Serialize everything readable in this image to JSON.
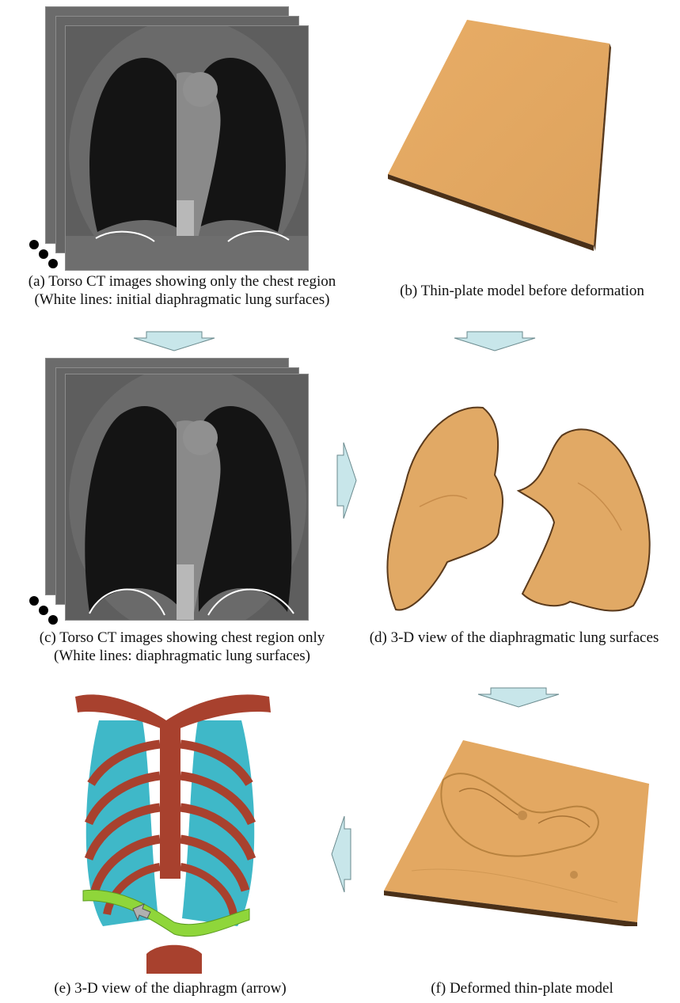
{
  "panels": {
    "a": {
      "caption_line1": "(a) Torso CT images showing only the chest region",
      "caption_line2": "(White lines: initial diaphragmatic lung surfaces)"
    },
    "b": {
      "caption_line1": "(b) Thin-plate model before deformation"
    },
    "c": {
      "caption_line1": "(c) Torso CT images showing chest region only",
      "caption_line2": "(White lines: diaphragmatic lung surfaces)"
    },
    "d": {
      "caption_line1": "(d) 3-D view of the diaphragmatic lung surfaces"
    },
    "e": {
      "caption_line1": "(e) 3-D view of the diaphragm (arrow)"
    },
    "f": {
      "caption_line1": "(f) Deformed thin-plate model"
    }
  },
  "colors": {
    "plate": "#e3a862",
    "plate_edge": "#4a3018",
    "arrow_fill": "#c8e6ea",
    "arrow_stroke": "#6a8a8e",
    "bone": "#a8412e",
    "lung_cyan": "#3fb8c8",
    "diaphragm_green": "#8fd63a"
  }
}
